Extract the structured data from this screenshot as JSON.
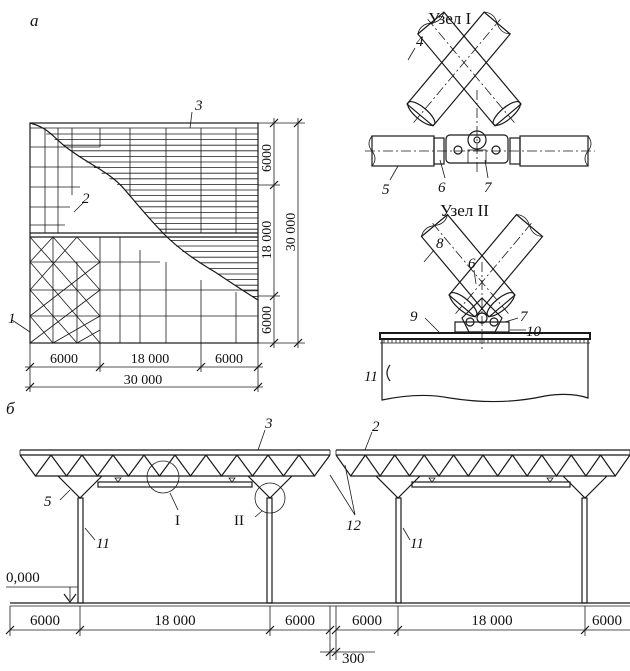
{
  "labels": {
    "part_a": "а",
    "part_b": "б",
    "node1_title": "Узел I",
    "node2_title": "Узел II",
    "ref_1": "1",
    "ref_2": "2",
    "ref_3": "3",
    "ref_4": "4",
    "ref_5": "5",
    "ref_6": "6",
    "ref_7": "7",
    "ref_8": "8",
    "ref_9": "9",
    "ref_10": "10",
    "ref_11": "11",
    "ref_12": "12",
    "node_ref_1": "I",
    "node_ref_2": "II"
  },
  "plan_dims": {
    "bottom_left": "6000",
    "bottom_mid": "18 000",
    "bottom_right": "6000",
    "bottom_total": "30 000",
    "right_top": "6000",
    "right_mid": "18 000",
    "right_bottom": "6000",
    "right_total": "30 000"
  },
  "section_dims": {
    "elevation": "0,000",
    "span1_left": "6000",
    "span1_mid": "18 000",
    "span1_right": "6000",
    "span2_left": "6000",
    "span2_mid": "18 000",
    "span2_right": "6000",
    "gap": "300"
  }
}
